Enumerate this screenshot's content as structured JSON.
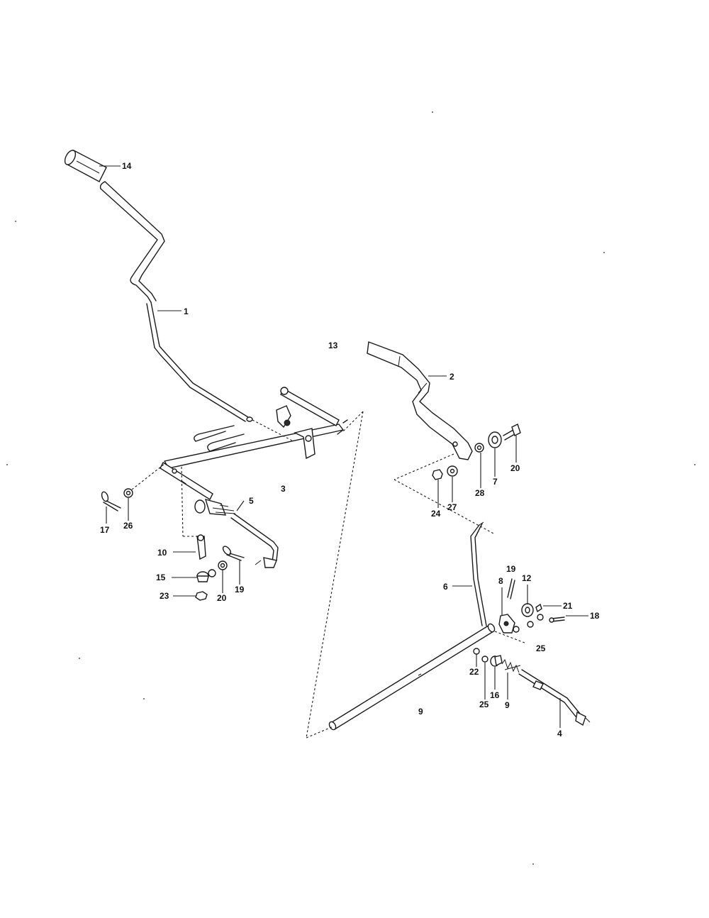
{
  "callouts": {
    "c1": "1",
    "c2": "2",
    "c3": "3",
    "c4": "4",
    "c5": "5",
    "c6": "6",
    "c7": "7",
    "c8": "8",
    "c9a": "9",
    "c9b": "9",
    "c10": "10",
    "c12": "12",
    "c13": "13",
    "c14": "14",
    "c15": "15",
    "c16": "16",
    "c17": "17",
    "c18": "18",
    "c19a": "19",
    "c19b": "19",
    "c20a": "20",
    "c20b": "20",
    "c21": "21",
    "c22": "22",
    "c23": "23",
    "c24": "24",
    "c25a": "25",
    "c25b": "25",
    "c26": "26",
    "c27": "27",
    "c28": "28"
  }
}
